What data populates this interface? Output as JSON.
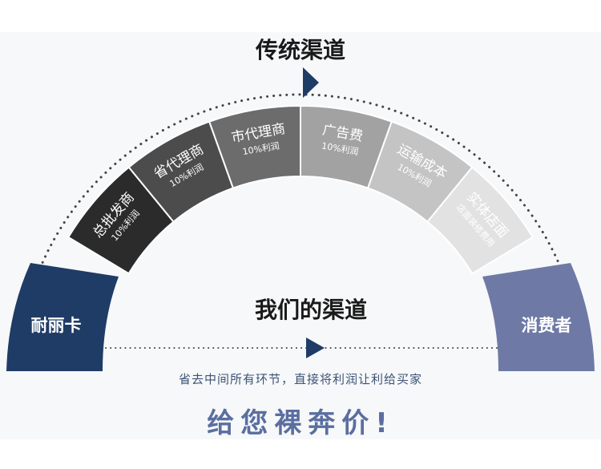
{
  "title": "传统渠道",
  "our_channel": "我们的渠道",
  "left_endpoint": "耐丽卡",
  "right_endpoint": "消费者",
  "segments": [
    {
      "label": "总批发商",
      "sub": "10%利润",
      "color": "#2b2b2b",
      "text_color": "#ffffff"
    },
    {
      "label": "省代理商",
      "sub": "10%利润",
      "color": "#4c4c4c",
      "text_color": "#ffffff"
    },
    {
      "label": "市代理商",
      "sub": "10%利润",
      "color": "#6c6c6c",
      "text_color": "#ffffff"
    },
    {
      "label": "广告费",
      "sub": "10%利润",
      "color": "#a2a2a2",
      "text_color": "#ffffff"
    },
    {
      "label": "运输成本",
      "sub": "10%利润",
      "color": "#c4c4c4",
      "text_color": "#ffffff"
    },
    {
      "label": "实体店面",
      "sub": "店面装修费用",
      "color": "#e2e2e2",
      "text_color": "#ffffff"
    }
  ],
  "slogan_small": "省去中间所有环节，直接将利润让利给买家",
  "slogan_big": "给您裸奔价!",
  "colors": {
    "left_endpoint": "#1f3c66",
    "right_endpoint": "#6e7aa5",
    "arrow": "#1f3c66",
    "dotted": "#444444"
  }
}
